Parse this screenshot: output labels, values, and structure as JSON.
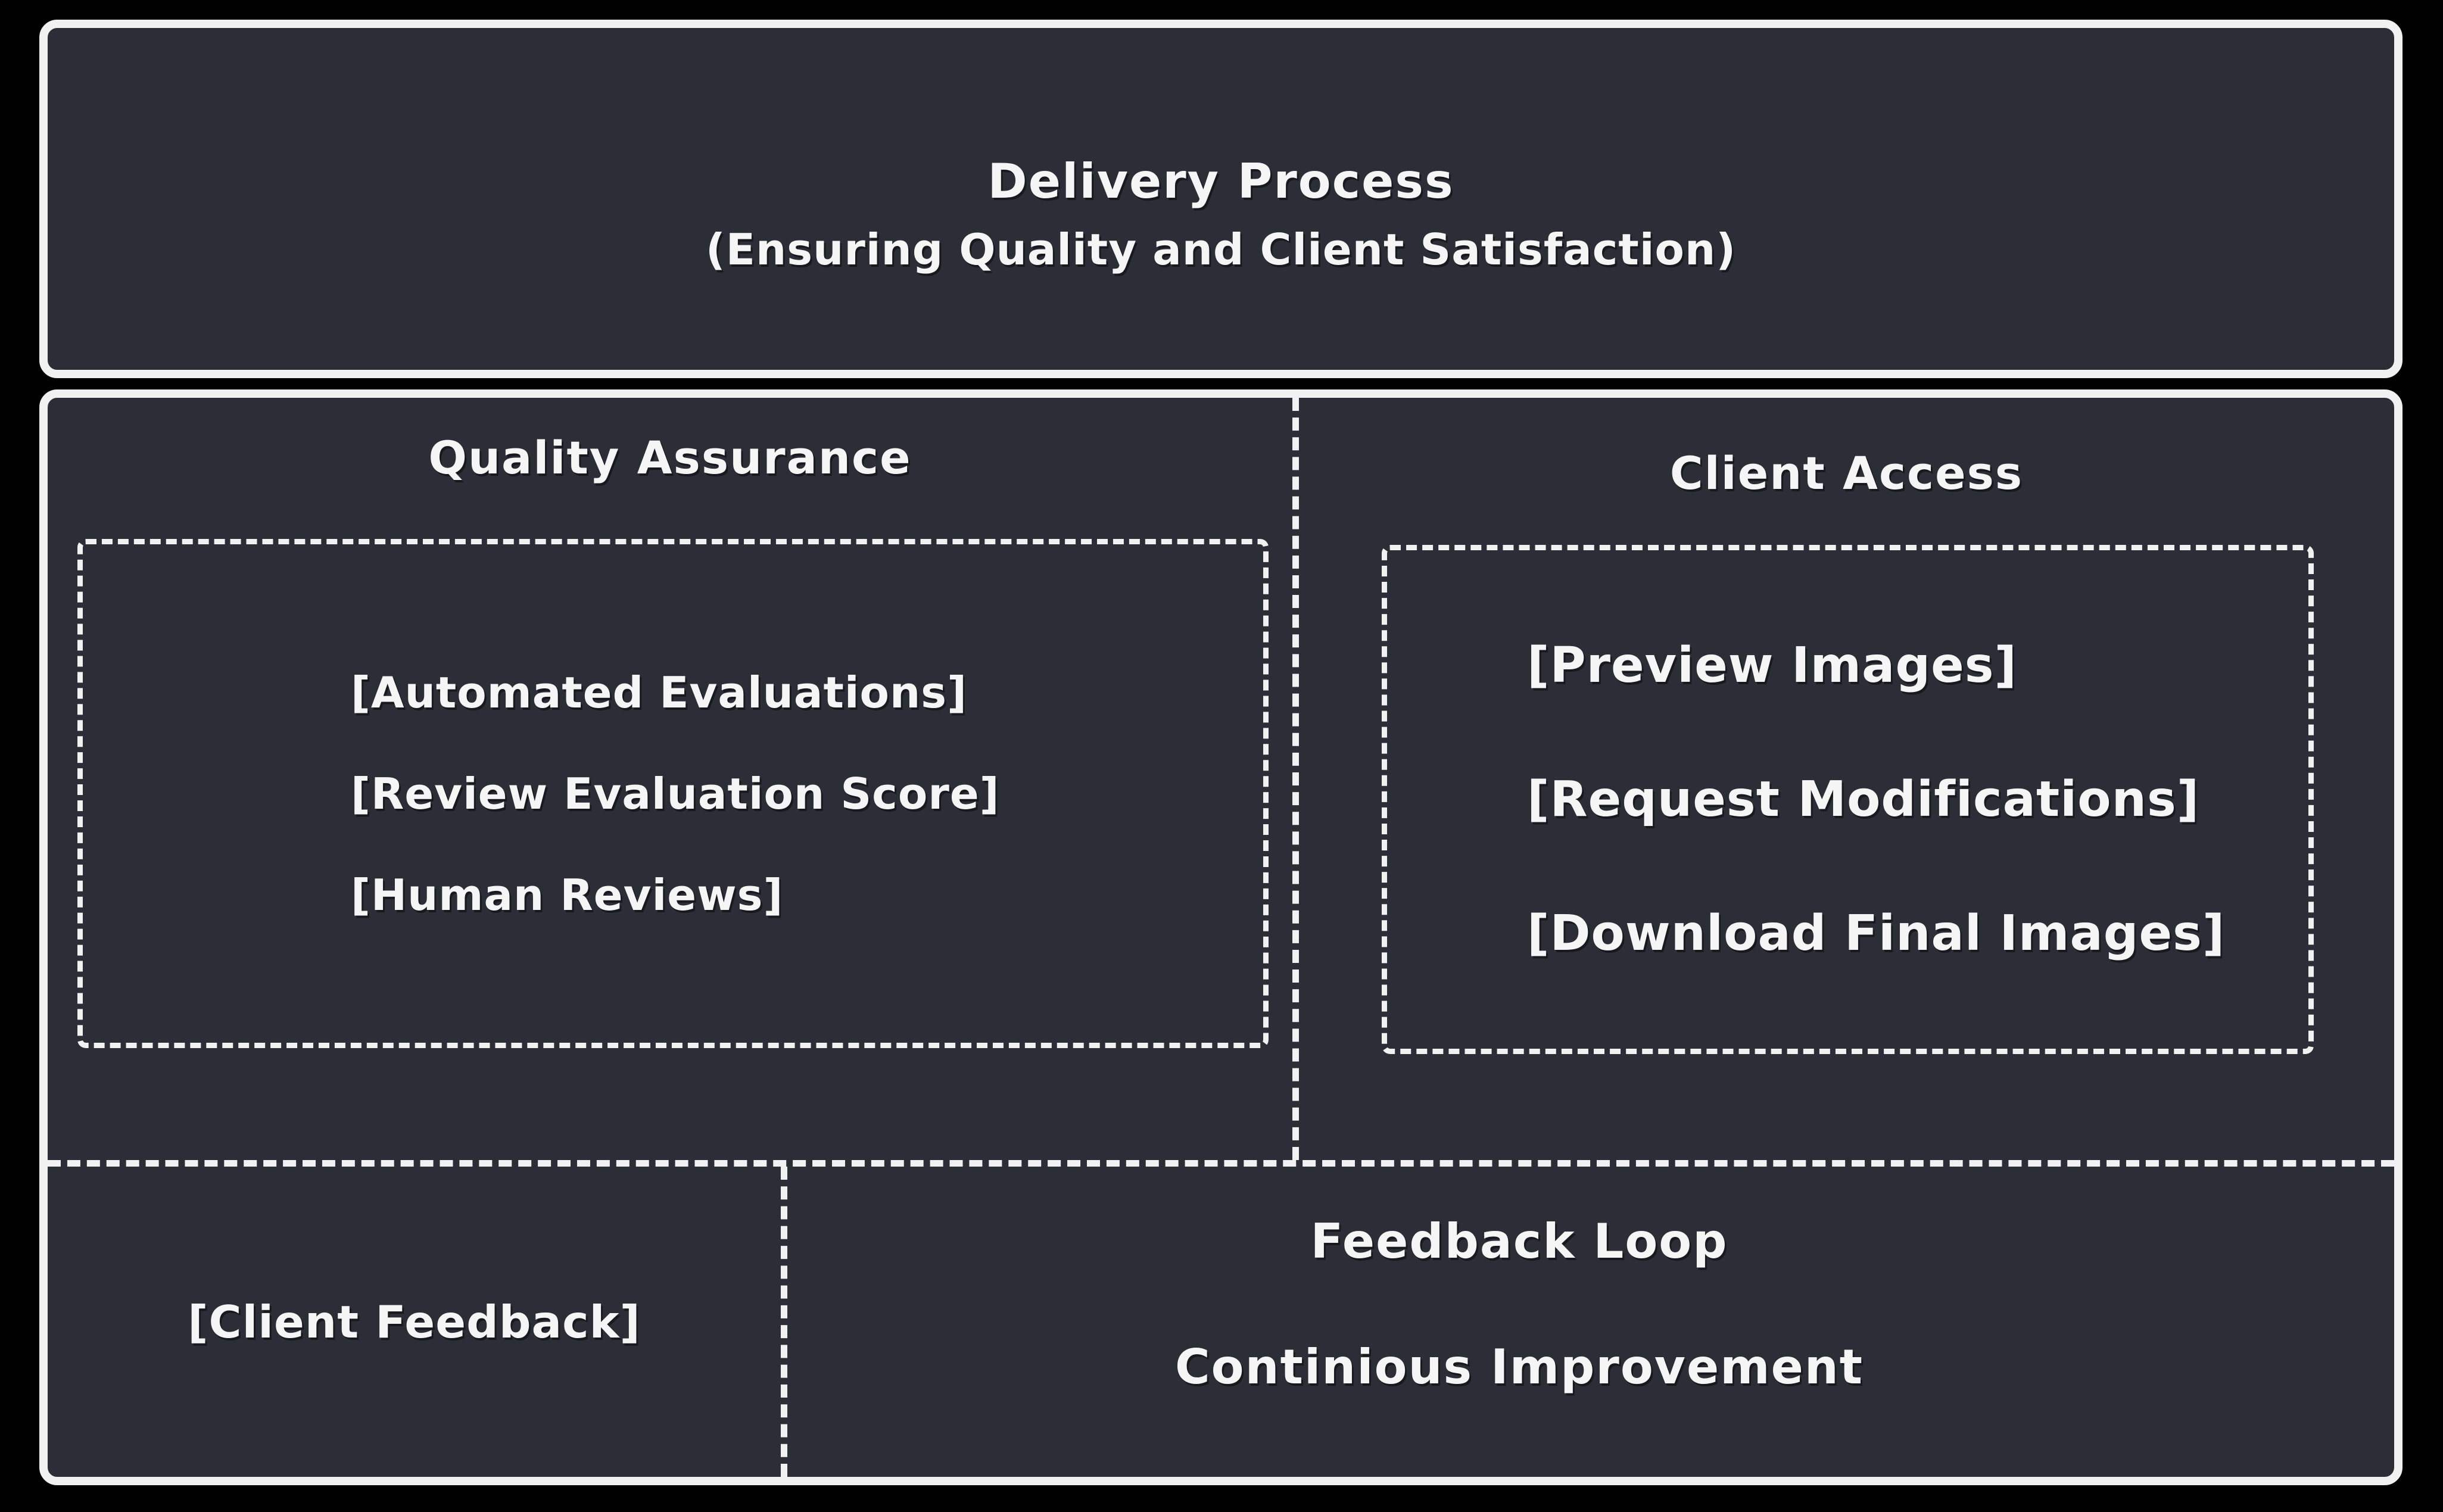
{
  "colors": {
    "background": "#000000",
    "panel_fill": "#2b2e37",
    "stroke": "#f1f1f2",
    "text": "#f5f5f5"
  },
  "title_box": {
    "line1": "Delivery Process",
    "line2": "(Ensuring Quality and Client Satisfaction)"
  },
  "quality_assurance": {
    "heading": "Quality Assurance",
    "items": [
      "[Automated Evaluations]",
      "[Review Evaluation Score]",
      "[Human Reviews]"
    ]
  },
  "client_access": {
    "heading": "Client Access",
    "items": [
      "[Preview Images]",
      "[Request Modifications]",
      "[Download Final Images]"
    ]
  },
  "feedback": {
    "client_feedback_label": "[Client Feedback]",
    "title": "Feedback Loop",
    "subtitle": "Continious Improvement"
  }
}
